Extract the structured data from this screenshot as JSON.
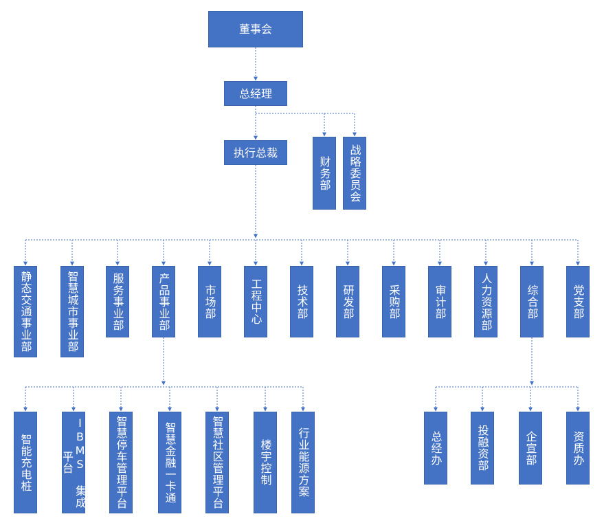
{
  "colors": {
    "box_fill": "#4472c4",
    "box_text": "#ffffff",
    "connector": "#4472c4"
  },
  "org": {
    "board": "董事会",
    "gm": "总经理",
    "ceo": "执行总裁",
    "finance": "财务部",
    "strategy": "战略委员会",
    "departments": [
      "静态交通事业部",
      "智慧城市事业部",
      "服务事业部",
      "产品事业部",
      "市场部",
      "工程中心",
      "技术部",
      "研发部",
      "采购部",
      "审计部",
      "人力资源部",
      "综合部",
      "党支部"
    ],
    "products": [
      "智能充电桩",
      "IBMS 集成平台",
      "智慧停车管理平台",
      "智慧金融一卡通",
      "智慧社区管理平台",
      "楼宇控制",
      "行业能源方案"
    ],
    "admin_units": [
      "总经办",
      "投融资部",
      "企宣部",
      "资质办"
    ]
  }
}
